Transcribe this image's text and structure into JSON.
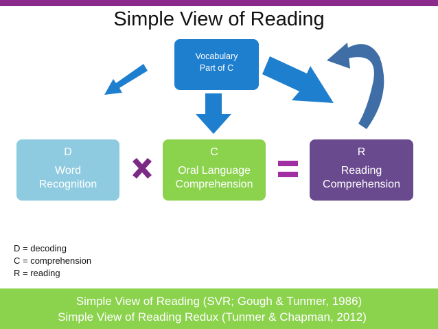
{
  "title": "Simple View of Reading",
  "vocab_box": {
    "line1": "Vocabulary",
    "line2": "Part of C"
  },
  "boxes": {
    "d": {
      "letter": "D",
      "line1": "Word",
      "line2": "Recognition",
      "color": "#8fcbe0"
    },
    "c": {
      "letter": "C",
      "line1": "Oral Language",
      "line2": "Comprehension",
      "color": "#8bd24d"
    },
    "r": {
      "letter": "R",
      "line1": "Reading",
      "line2": "Comprehension",
      "color": "#6a4a8e"
    }
  },
  "legend": [
    "D = decoding",
    "C = comprehension",
    "R = reading"
  ],
  "footer": {
    "line1": "Simple View of Reading (SVR; Gough & Tunmer, 1986)",
    "line2": "Simple View of Reading Redux (Tunmer & Chapman, 2012)"
  },
  "colors": {
    "accent": "#8b2a8b",
    "arrow_blue": "#1f7fcf",
    "curved_arrow": "#3f6ea6"
  },
  "icons": {
    "multiply": "multiply-icon",
    "equals": "equals-icon"
  }
}
